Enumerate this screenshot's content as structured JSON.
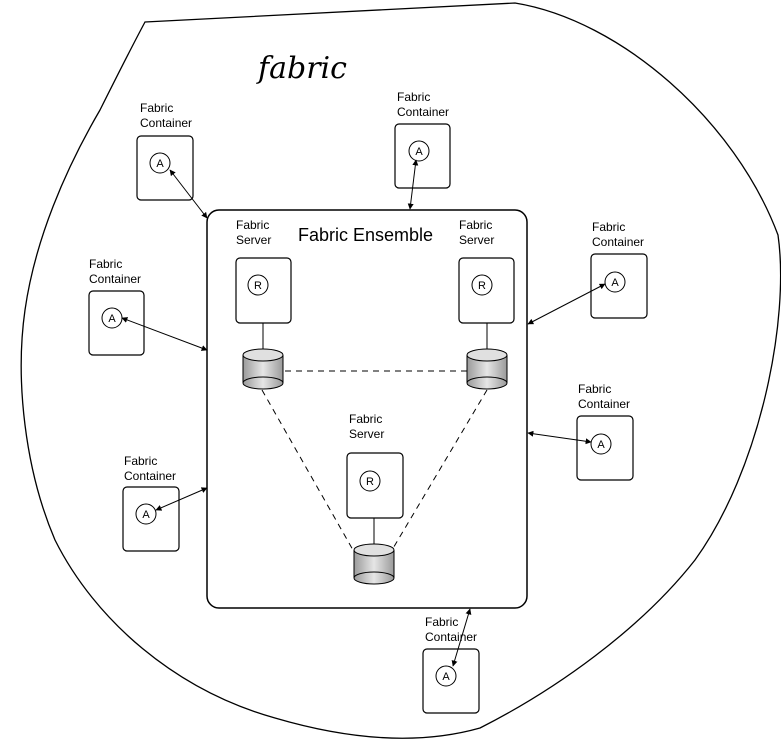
{
  "diagram": {
    "title": "fabric",
    "ensemble_label": "Fabric Ensemble",
    "server_label_line1": "Fabric",
    "server_label_line2": "Server",
    "container_label_line1": "Fabric",
    "container_label_line2": "Container",
    "agent_letter": "A",
    "registry_letter": "R"
  }
}
